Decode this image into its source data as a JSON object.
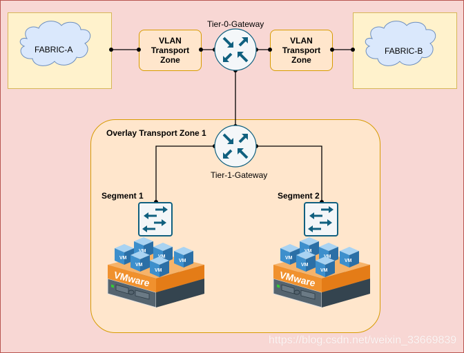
{
  "diagram": {
    "fabric_a": {
      "label": "FABRIC-A"
    },
    "fabric_b": {
      "label": "FABRIC-B"
    },
    "vlan_left": {
      "line1": "VLAN",
      "line2": "Transport",
      "line3": "Zone"
    },
    "vlan_right": {
      "line1": "VLAN",
      "line2": "Transport",
      "line3": "Zone"
    },
    "tier0": {
      "label": "Tier-0-Gateway"
    },
    "overlay": {
      "label": "Overlay Transport Zone 1"
    },
    "tier1": {
      "label": "Tier-1-Gateway"
    },
    "segment1": {
      "label": "Segment 1",
      "vm_label": "VM",
      "brand": "VMware"
    },
    "segment2": {
      "label": "Segment 2",
      "vm_label": "VM",
      "brand": "VMware"
    },
    "watermark": "https://blog.csdn.net/weixin_33669839"
  },
  "colors": {
    "background": "#f8d7d4",
    "fabric_fill": "#fff2cc",
    "cloud_fill": "#dae8fc",
    "zone_fill": "#ffe6cc",
    "router_arrow": "#10607f",
    "vmware_orange": "#f0912e",
    "vm_blue": "#3d8fcc"
  }
}
